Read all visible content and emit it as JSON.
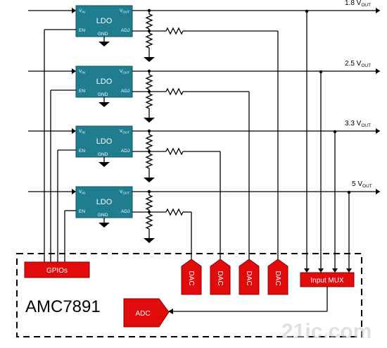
{
  "ldo": {
    "title": "LDO",
    "vin_main": "V",
    "vin_sub": "IN",
    "vout_main": "V",
    "vout_sub": "OUT",
    "en": "EN",
    "gnd": "GND",
    "adj": "ADJ"
  },
  "outputs": [
    {
      "voltage": "1.8 V",
      "sub": "OUT"
    },
    {
      "voltage": "2.5 V",
      "sub": "OUT"
    },
    {
      "voltage": "3.3 V",
      "sub": "OUT"
    },
    {
      "voltage": "5 V",
      "sub": "OUT"
    }
  ],
  "gpios_label": "GPIOs",
  "dac_label": "DAC",
  "input_mux_label": "Input MUX",
  "adc_label": "ADC",
  "chip_name": "AMC7891",
  "watermark": "21ic.com",
  "colors": {
    "ldo_fill": "#1f7d8f",
    "block_fill": "#e10b0b",
    "wire": "#000000"
  }
}
